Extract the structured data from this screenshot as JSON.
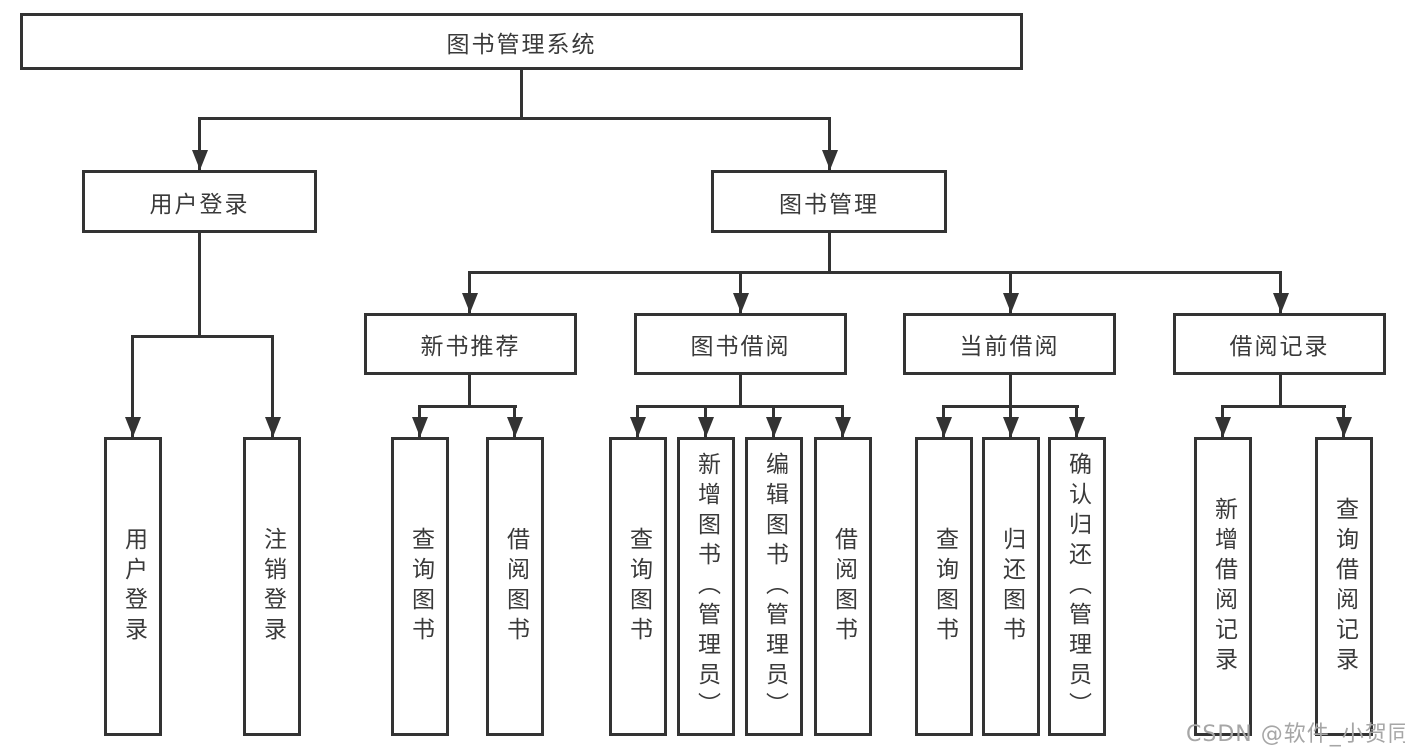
{
  "tree": {
    "label": "图书管理系统",
    "children": [
      {
        "label": "用户登录",
        "children": [
          {
            "label": "用户登录"
          },
          {
            "label": "注销登录"
          }
        ]
      },
      {
        "label": "图书管理",
        "children": [
          {
            "label": "新书推荐",
            "children": [
              {
                "label": "查询图书"
              },
              {
                "label": "借阅图书"
              }
            ]
          },
          {
            "label": "图书借阅",
            "children": [
              {
                "label": "查询图书"
              },
              {
                "label": "新增图书（管理员）"
              },
              {
                "label": "编辑图书（管理员）"
              },
              {
                "label": "借阅图书"
              }
            ]
          },
          {
            "label": "当前借阅",
            "children": [
              {
                "label": "查询图书"
              },
              {
                "label": "归还图书"
              },
              {
                "label": "确认归还（管理员）"
              }
            ]
          },
          {
            "label": "借阅记录",
            "children": [
              {
                "label": "新增借阅记录"
              },
              {
                "label": "查询借阅记录"
              }
            ]
          }
        ]
      }
    ]
  },
  "watermark": {
    "text": "CSDN @软件_小贺同学"
  },
  "colors": {
    "line": "#333333",
    "text": "#3a3a3a",
    "watermark": "#a6a6a6",
    "background": "#ffffff"
  }
}
